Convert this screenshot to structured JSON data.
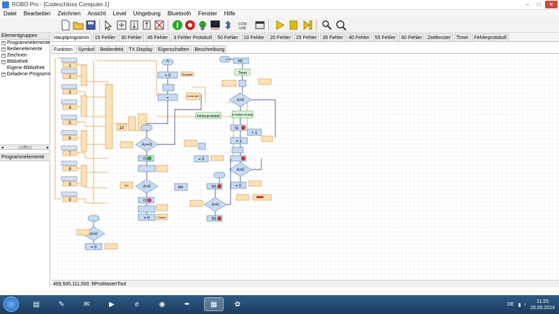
{
  "window": {
    "title": "ROBO Pro - [Codeschloss Computer.1]",
    "min": "–",
    "max": "□",
    "close": "✕"
  },
  "menu": [
    "Datei",
    "Bearbeiten",
    "Zeichnen",
    "Ansicht",
    "Level",
    "Umgebung",
    "Bluetooth",
    "Fenster",
    "Hilfe"
  ],
  "toolbar": {
    "icons": [
      "new-icon",
      "open-icon",
      "save-icon",
      "pointer-icon",
      "insert-icon",
      "tree-icon",
      "tree-down-icon",
      "delete-icon",
      "start-icon",
      "stop-icon",
      "download-icon",
      "robo-icon",
      "bluetooth-icon",
      "com-usb-icon",
      "panel-icon",
      "run-icon",
      "pause-icon",
      "step-icon",
      "zoom-out-icon",
      "zoom-in-icon"
    ],
    "robo_label": "ROBO",
    "com_usb_label": "COM USB"
  },
  "left_panel": {
    "header": "Elementgruppen",
    "tree": [
      {
        "label": "Programmelemente",
        "expander": "+"
      },
      {
        "label": "Bedienelemente",
        "expander": "+"
      },
      {
        "label": "Zeichnen",
        "expander": "+"
      },
      {
        "label": "Bibliothek",
        "expander": "+"
      },
      {
        "label": "Eigene Bibliothek",
        "expander": ""
      },
      {
        "label": "Geladene Programme",
        "expander": "+"
      }
    ],
    "scroll_thumb": "III",
    "lower_header": "Programmelemente"
  },
  "program_tabs": [
    "Hauptprogramm",
    "15 Fehler",
    "30 Fehler",
    "45 Fehler",
    "3 Fehler Protokoll",
    "50 Fehler",
    "10 Fehler",
    "20 Fehler",
    "25 Fehler",
    "35 Fehler",
    "40 Fehler",
    "55 Fehler",
    "60 Fehler",
    "Zeitfenster",
    "Timer",
    "Fehlerprotokoll"
  ],
  "view_tabs": [
    "Funktion",
    "Symbol",
    "Bedienfeld",
    "TX Display",
    "Eigenschaften",
    "Beschreibung"
  ],
  "canvas": {
    "input_labels": [
      "1",
      "2",
      "3",
      "4",
      "5",
      "6",
      "7",
      "8",
      "9",
      "0"
    ],
    "counter_value": "10",
    "decision_labels": [
      "A>=3",
      "A>0",
      "A>0",
      "A>0",
      "A>0"
    ],
    "equals_label": "= 0",
    "equals_one": "= 1",
    "plus_one": "+ 1",
    "text_boxes": [
      "Eingabe",
      "Code alle",
      "Fehlerprotokoll",
      "3 Fehler Protok",
      "Fehler",
      "Var",
      "Timer"
    ],
    "io_labels": [
      "M1",
      "M4",
      "M1",
      "M1",
      "O3",
      "O3",
      "5s"
    ]
  },
  "status": "469,500,111,500 :ftProMasterTool",
  "taskbar": {
    "lang": "DE",
    "time": "11:25",
    "date": "25.05.2014"
  }
}
